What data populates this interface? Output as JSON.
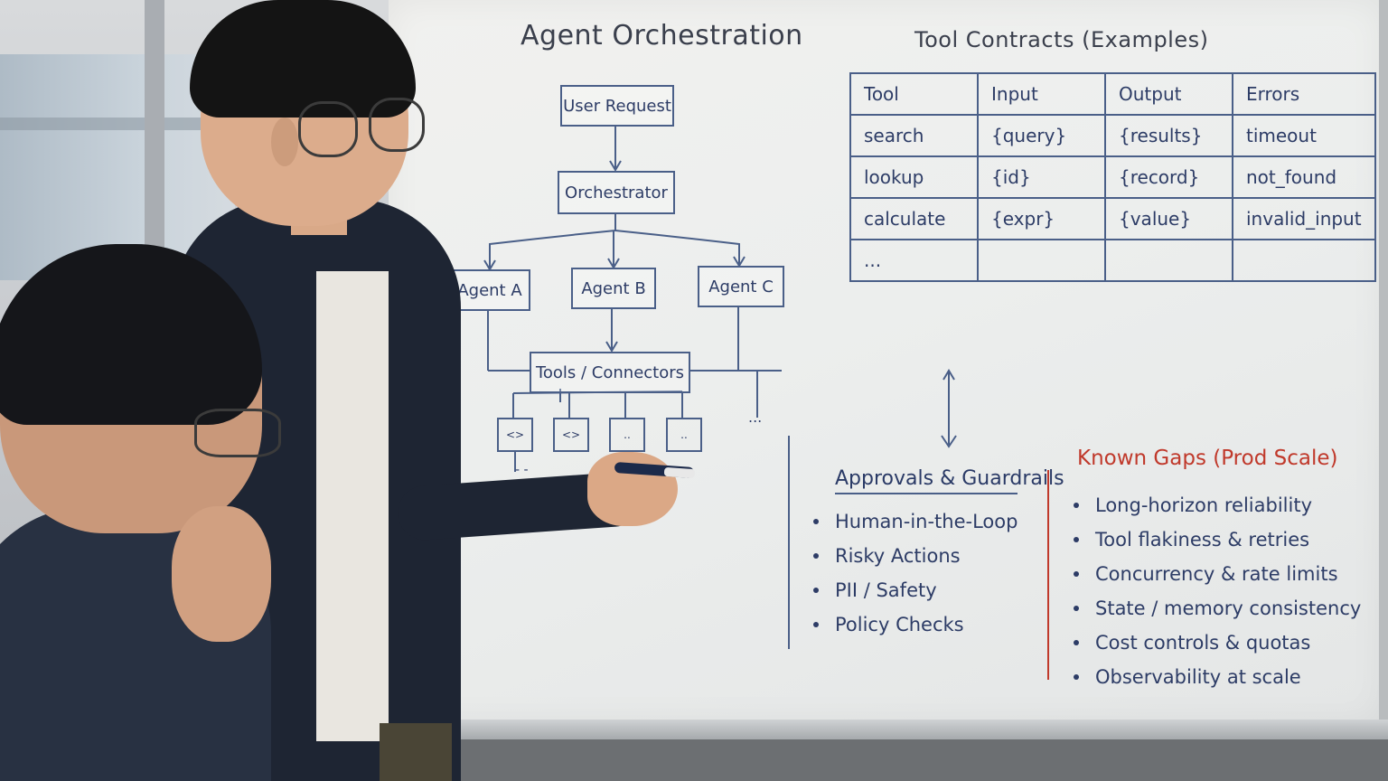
{
  "board": {
    "diagram": {
      "title": "Agent Orchestration",
      "nodes": {
        "user_request": "User Request",
        "orchestrator": "Orchestrator",
        "agent_a": "Agent A",
        "agent_b": "Agent B",
        "agent_c": "Agent C",
        "tools": "Tools / Connectors"
      },
      "small_boxes": [
        "<>",
        "<>",
        "..",
        ".."
      ],
      "ellipsis": "...",
      "ellipsis_b": "- -"
    },
    "contracts": {
      "title": "Tool Contracts (Examples)",
      "headers": [
        "Tool",
        "Input",
        "Output",
        "Errors"
      ],
      "rows": [
        [
          "search",
          "{query}",
          "{results}",
          "timeout"
        ],
        [
          "lookup",
          "{id}",
          "{record}",
          "not_found"
        ],
        [
          "calculate",
          "{expr}",
          "{value}",
          "invalid_input"
        ],
        [
          "...",
          "",
          "",
          ""
        ]
      ]
    },
    "guardrails": {
      "title": "Approvals & Guardrails",
      "items": [
        "Human-in-the-Loop",
        "Risky Actions",
        "PII / Safety",
        "Policy Checks"
      ]
    },
    "gaps": {
      "title": "Known Gaps (Prod Scale)",
      "items": [
        "Long-horizon reliability",
        "Tool flakiness & retries",
        "Concurrency & rate limits",
        "State / memory consistency",
        "Cost controls & quotas",
        "Observability at scale"
      ],
      "accent": "#c0392b"
    },
    "ink_color": "#2d3c66"
  }
}
